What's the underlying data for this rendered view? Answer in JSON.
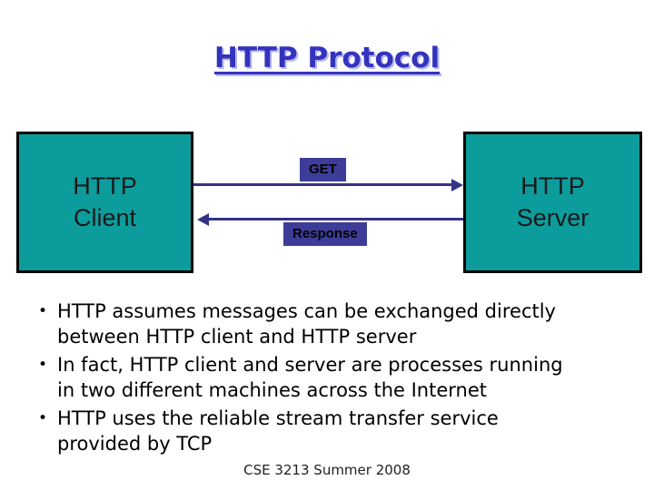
{
  "slide": {
    "title": "HTTP Protocol",
    "footer": "CSE 3213 Summer 2008"
  },
  "diagram": {
    "client_label": "HTTP\nClient",
    "server_label": "HTTP\nServer",
    "request_label": "GET",
    "response_label": "Response"
  },
  "bullets": [
    {
      "marker": "•",
      "text": "HTTP assumes messages can be exchanged directly\nbetween HTTP client and HTTP server"
    },
    {
      "marker": "•",
      "text": "In fact, HTTP client and server are processes running\nin two different machines across the Internet"
    },
    {
      "marker": "•",
      "text": "HTTP uses the reliable stream transfer service\nprovided by TCP"
    }
  ],
  "colors": {
    "title_text": "#3333bf",
    "title_shadow": "#b8b8e8",
    "box_fill": "#0d9c9c",
    "box_border": "#000000",
    "arrow": "#333388",
    "message_label_fill": "#3d3d99",
    "body_text": "#000000"
  }
}
